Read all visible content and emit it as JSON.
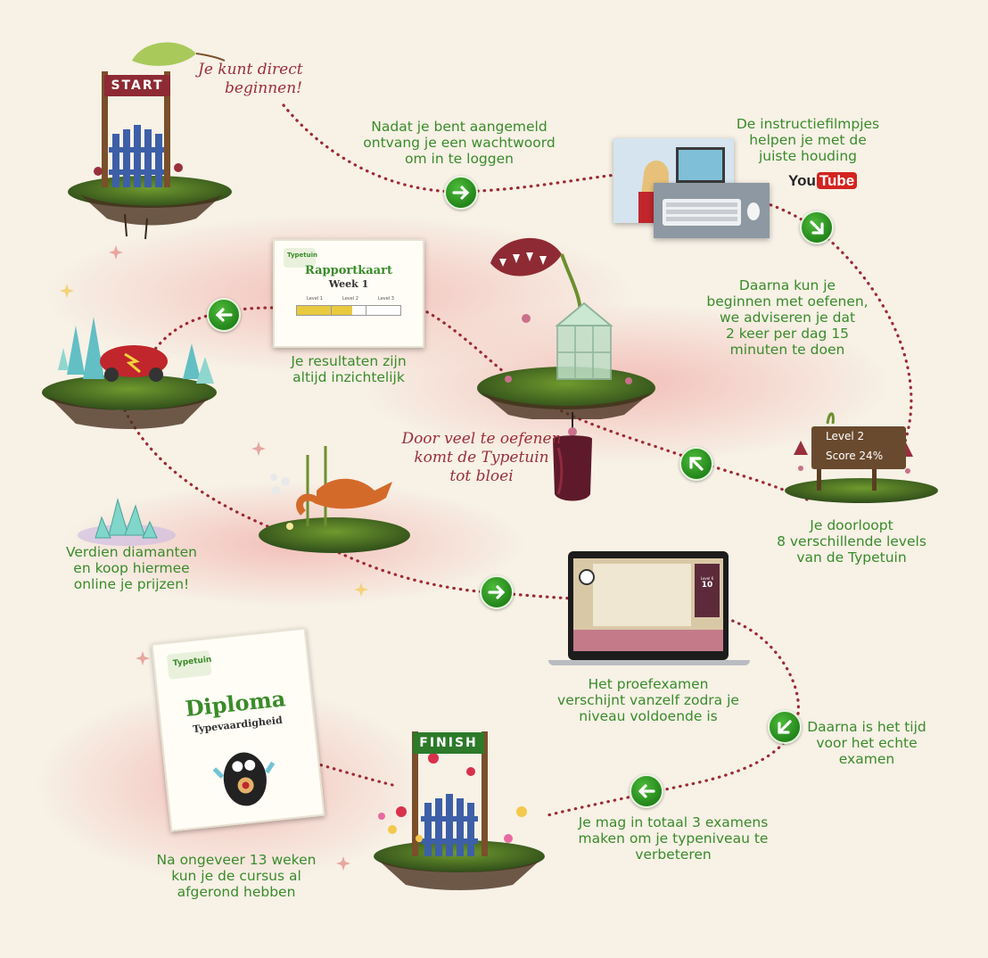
{
  "signs": {
    "start": "START",
    "finish": "FINISH"
  },
  "script_notes": {
    "start_line1": "Je kunt direct",
    "start_line2": "beginnen!",
    "bloom_line1": "Door veel te oefenen",
    "bloom_line2": "komt de Typetuin",
    "bloom_line3": "tot bloei"
  },
  "captions": {
    "password": [
      "Nadat je bent aangemeld",
      "ontvang je een wachtwoord",
      "om in te loggen"
    ],
    "videos": [
      "De instructiefilmpjes",
      "helpen je met de",
      "juiste houding"
    ],
    "practice": [
      "Daarna kun je",
      "beginnen met oefenen,",
      "we adviseren je dat",
      "2 keer per dag 15",
      "minuten te doen"
    ],
    "levels": [
      "Je doorloopt",
      "8 verschillende levels",
      "van de Typetuin"
    ],
    "results": [
      "Je resultaten zijn",
      "altijd inzichtelijk"
    ],
    "diamonds": [
      "Verdien diamanten",
      "en koop hiermee",
      "online je prijzen!"
    ],
    "trial_exam": [
      "Het proefexamen",
      "verschijnt vanzelf zodra je",
      "niveau voldoende is"
    ],
    "real_exam": [
      "Daarna is het tijd",
      "voor het echte",
      "examen"
    ],
    "three_exams": [
      "Je mag in totaal 3 examens",
      "maken om je typeniveau te",
      "verbeteren"
    ],
    "weeks": [
      "Na ongeveer 13 weken",
      "kun je de cursus al",
      "afgerond hebben"
    ]
  },
  "youtube": {
    "you": "You",
    "tube": "Tube"
  },
  "level_board": {
    "level": "Level 2",
    "score": "Score 24%"
  },
  "report_card": {
    "brand": "Typetuin",
    "title": "Rapportkaart",
    "week": "Week 1",
    "levels": [
      "Level 1",
      "Level 2",
      "Level 3"
    ],
    "fills": [
      1.0,
      0.6,
      0.0
    ]
  },
  "diploma": {
    "brand": "Typetuin",
    "title": "Diploma",
    "subtitle": "Typevaardigheid"
  },
  "laptop_screen": {
    "level_label": "Level 6",
    "score": "10"
  },
  "colors": {
    "green": "#3a8b2a",
    "script": "#9a2f3c",
    "path_dots": "#9b2b35",
    "sign_red": "#8e2a33",
    "sign_green": "#2c7a2a"
  }
}
